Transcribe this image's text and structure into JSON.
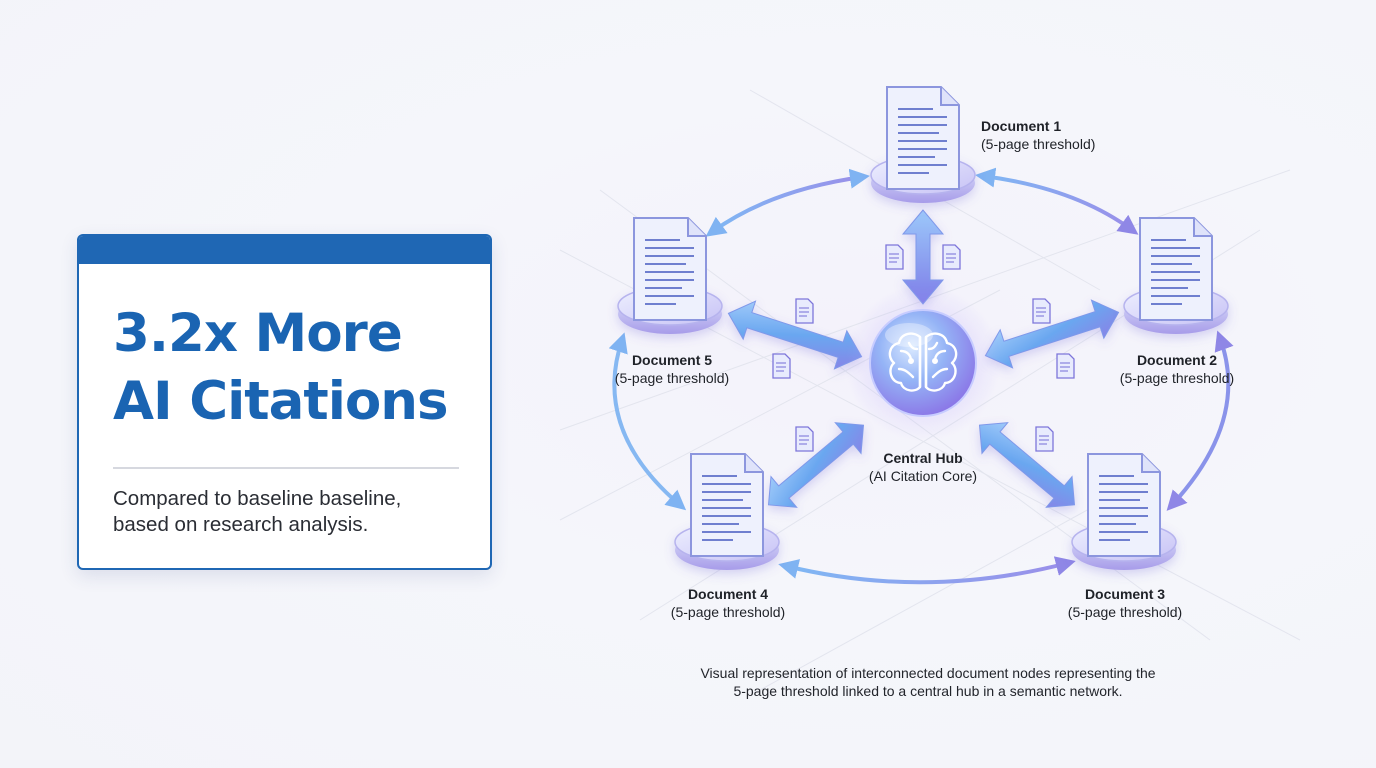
{
  "stat_card": {
    "headline_line1": "3.2x More",
    "headline_line2": "AI Citations",
    "caption_line1": "Compared to baseline baseline,",
    "caption_line2": "based on research analysis."
  },
  "hub": {
    "title": "Central Hub",
    "subtitle": "(AI Citation Core)",
    "icon": "brain-icon"
  },
  "documents": [
    {
      "title": "Document 1",
      "subtitle": "(5-page threshold)"
    },
    {
      "title": "Document 2",
      "subtitle": "(5-page threshold)"
    },
    {
      "title": "Document 3",
      "subtitle": "(5-page threshold)"
    },
    {
      "title": "Document 4",
      "subtitle": "(5-page threshold)"
    },
    {
      "title": "Document 5",
      "subtitle": "(5-page threshold)"
    }
  ],
  "caption": {
    "line1": "Visual representation of interconnected document nodes representing the",
    "line2": "5-page threshold linked to a central hub in a semantic network."
  },
  "colors": {
    "brand_blue": "#1f67b4",
    "arrow_blue": "#6aa7f0",
    "arrow_purple": "#8b7fe6",
    "hub_violet": "#8f84ee",
    "page_fill": "#eef1fd"
  }
}
